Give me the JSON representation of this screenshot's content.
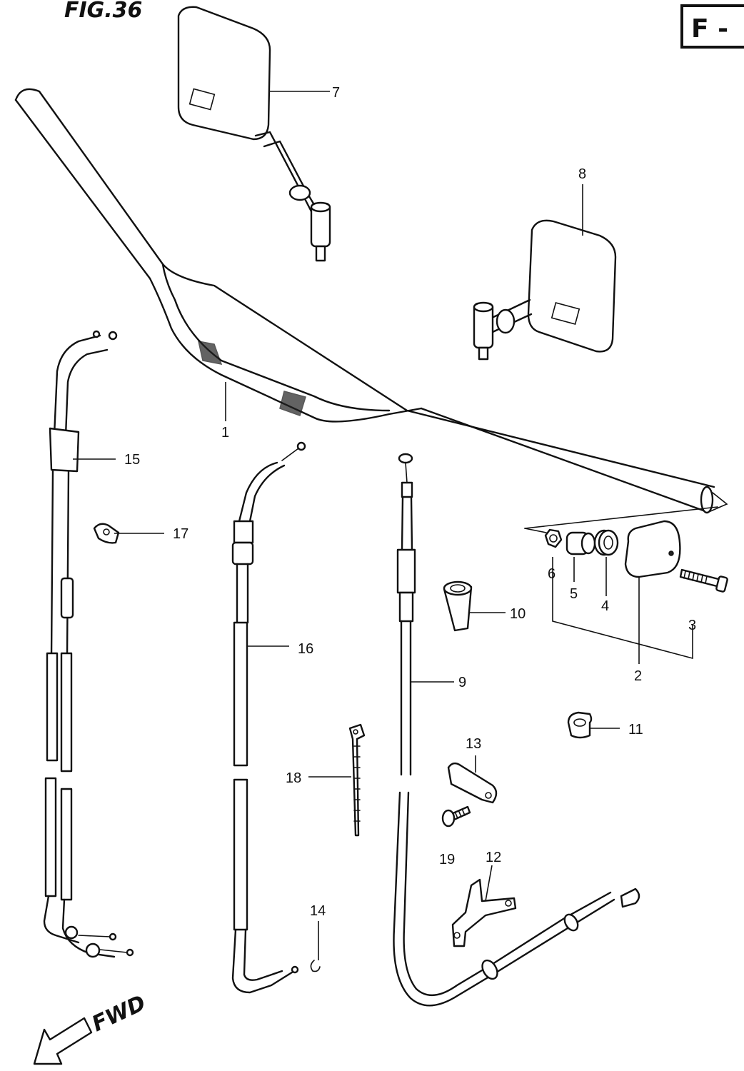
{
  "figure": {
    "title": "FIG.36",
    "section_badge": "F -",
    "direction_label": "FWD"
  },
  "callouts": [
    {
      "id": "1",
      "label": "1"
    },
    {
      "id": "2",
      "label": "2"
    },
    {
      "id": "3",
      "label": "3"
    },
    {
      "id": "4",
      "label": "4"
    },
    {
      "id": "5",
      "label": "5"
    },
    {
      "id": "6",
      "label": "6"
    },
    {
      "id": "7",
      "label": "7"
    },
    {
      "id": "8",
      "label": "8"
    },
    {
      "id": "9",
      "label": "9"
    },
    {
      "id": "10",
      "label": "10"
    },
    {
      "id": "11",
      "label": "11"
    },
    {
      "id": "12",
      "label": "12"
    },
    {
      "id": "13",
      "label": "13"
    },
    {
      "id": "14",
      "label": "14"
    },
    {
      "id": "15",
      "label": "15"
    },
    {
      "id": "16",
      "label": "16"
    },
    {
      "id": "17",
      "label": "17"
    },
    {
      "id": "18",
      "label": "18"
    },
    {
      "id": "19",
      "label": "19"
    }
  ]
}
